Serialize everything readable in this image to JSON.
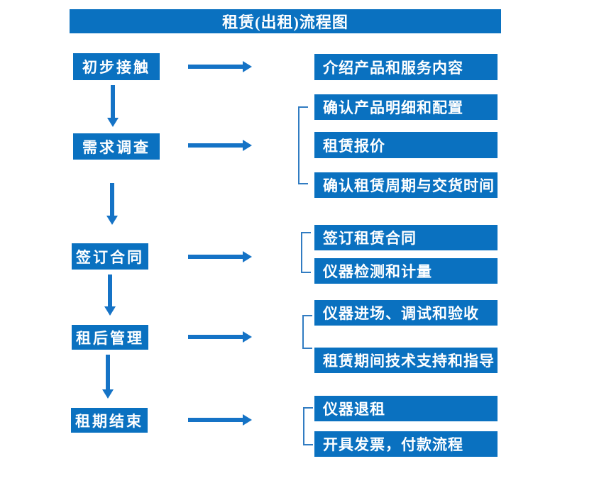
{
  "title": "租赁(出租)流程图",
  "steps": [
    {
      "label": "初步接触",
      "outputs": [
        "介绍产品和服务内容"
      ]
    },
    {
      "label": "需求调查",
      "outputs": [
        "确认产品明细和配置",
        "租赁报价",
        "确认租赁周期与交货时间"
      ]
    },
    {
      "label": "签订合同",
      "outputs": [
        "签订租赁合同",
        "仪器检测和计量"
      ]
    },
    {
      "label": "租后管理",
      "outputs": [
        "仪器进场、调试和验收",
        "租赁期间技术支持和指导"
      ]
    },
    {
      "label": "租期结束",
      "outputs": [
        "仪器退租",
        "开具发票，付款流程"
      ]
    }
  ],
  "colors": {
    "box_fill": "#0a71c0",
    "arrow": "#1573c6",
    "bracket": "#317cc2",
    "text": "#ffffff",
    "bg": "#ffffff"
  }
}
